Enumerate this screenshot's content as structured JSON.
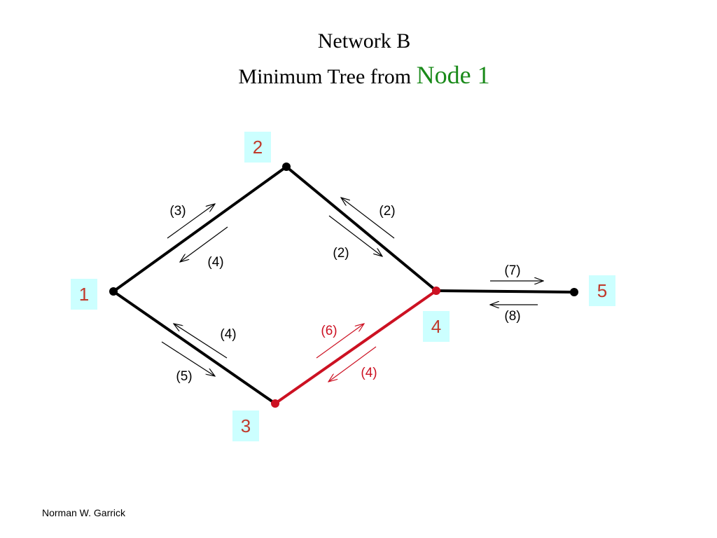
{
  "title": {
    "line1": "Network B",
    "line2_prefix": "Minimum Tree from ",
    "line2_accent": "Node 1"
  },
  "colors": {
    "text": "#000000",
    "accent_title": "#1a8a1a",
    "node_label": "#c0392b",
    "node_box": "#ccffff",
    "highlight": "#cc1122",
    "edge": "#000000"
  },
  "nodes": [
    {
      "id": "1",
      "label": "1"
    },
    {
      "id": "2",
      "label": "2"
    },
    {
      "id": "3",
      "label": "3"
    },
    {
      "id": "4",
      "label": "4"
    },
    {
      "id": "5",
      "label": "5"
    }
  ],
  "edges": [
    {
      "from": "1",
      "to": "2",
      "highlighted": false,
      "forward_label": "(3)",
      "backward_label": "(4)"
    },
    {
      "from": "2",
      "to": "4",
      "highlighted": false,
      "forward_label": "(2)",
      "backward_label": "(2)"
    },
    {
      "from": "1",
      "to": "3",
      "highlighted": false,
      "forward_label": "(5)",
      "backward_label": "(4)"
    },
    {
      "from": "3",
      "to": "4",
      "highlighted": true,
      "forward_label": "(6)",
      "backward_label": "(4)"
    },
    {
      "from": "4",
      "to": "5",
      "highlighted": false,
      "forward_label": "(7)",
      "backward_label": "(8)"
    }
  ],
  "author": "Norman W. Garrick"
}
